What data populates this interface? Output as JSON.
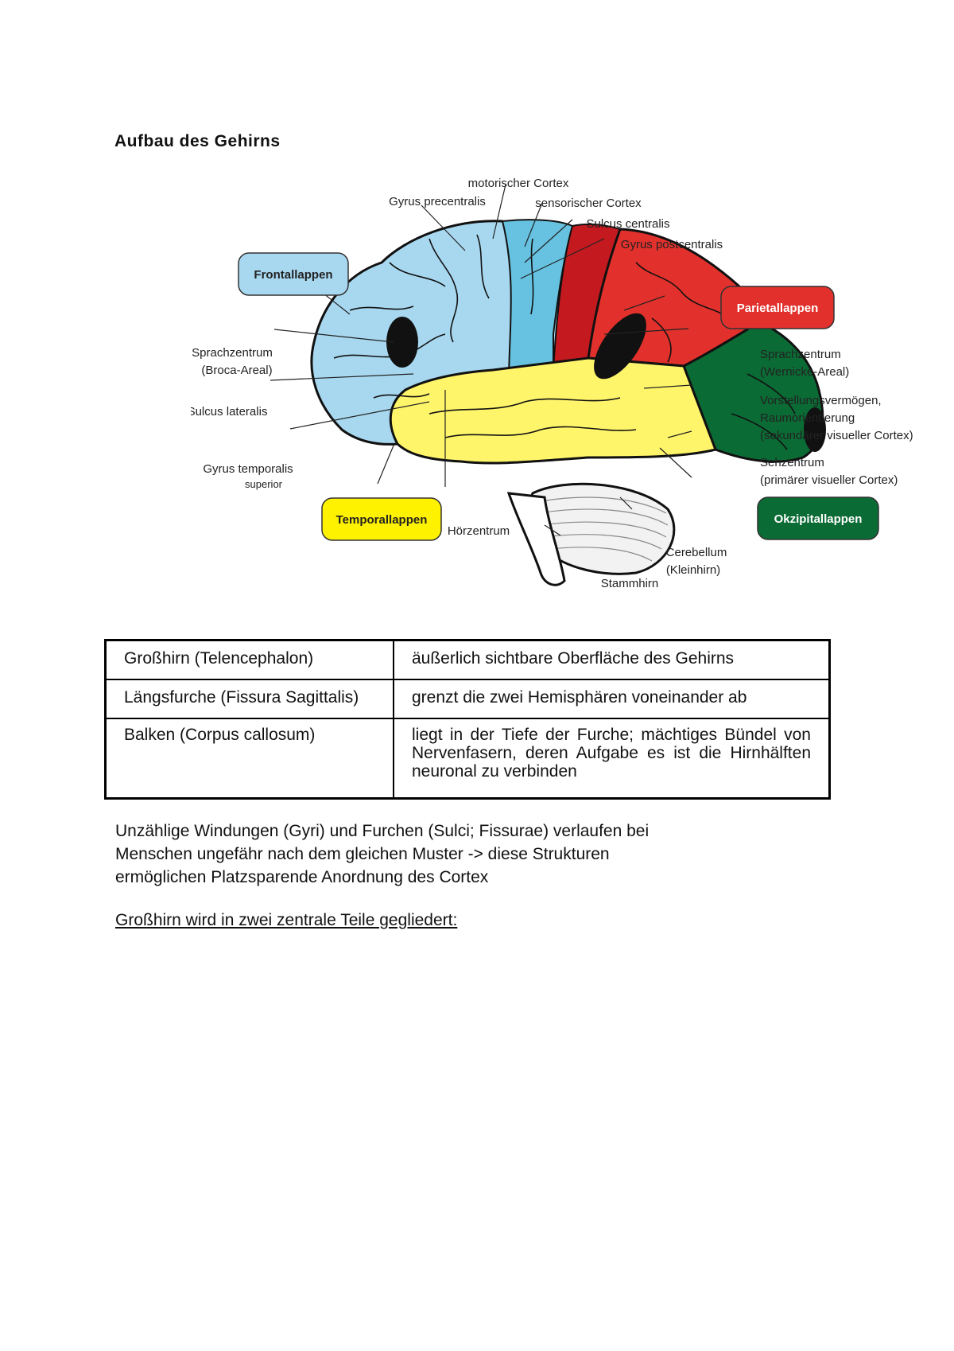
{
  "title": "Aufbau des Gehirns",
  "figure": {
    "lobes": {
      "frontal": {
        "label": "Frontallappen",
        "color": "#a8d8f0"
      },
      "parietal": {
        "label": "Parietallappen",
        "color": "#e2312c"
      },
      "temporal": {
        "label": "Temporallappen",
        "color": "#fff200"
      },
      "occipital": {
        "label": "Okzipitallappen",
        "color": "#0b6b35"
      }
    },
    "labels": {
      "motor_cortex": "motorischer Cortex",
      "gyrus_precentralis": "Gyrus precentralis",
      "sensory_cortex": "sensorischer Cortex",
      "sulcus_centralis": "Sulcus centralis",
      "gyrus_postcentralis": "Gyrus postcentralis",
      "broca_1": "Sprachzentrum",
      "broca_2": "(Broca-Areal)",
      "sulcus_lateralis": "Sulcus lateralis",
      "gyrus_temporalis_1": "Gyrus temporalis",
      "gyrus_temporalis_2": "superior",
      "hoerzentrum": "Hörzentrum",
      "stammhirn": "Stammhirn",
      "cerebellum_1": "Cerebellum",
      "cerebellum_2": "(Kleinhirn)",
      "wernicke_1": "Sprachzentrum",
      "wernicke_2": "(Wernicke-Areal)",
      "vorstellung_1": "Vorstellungsvermögen,",
      "vorstellung_2": "Raumorientierung",
      "vorstellung_3": "(sekundärer visueller Cortex)",
      "sehzentrum_1": "Sehzentrum",
      "sehzentrum_2": "(primärer visueller Cortex)"
    }
  },
  "table": [
    {
      "term": "Großhirn (Telencephalon)",
      "definition": "äußerlich sichtbare Oberfläche des Gehirns"
    },
    {
      "term": "Längsfurche (Fissura Sagittalis)",
      "definition": "grenzt die zwei Hemisphären voneinander ab"
    },
    {
      "term": "Balken (Corpus callosum)",
      "definition": "liegt in der Tiefe der Furche; mächtiges Bündel von Nervenfasern, deren Aufgabe es ist die Hirnhälften neuronal zu verbinden"
    }
  ],
  "paragraph": {
    "line1": "Unzählige Windungen (Gyri) und Furchen (Sulci; Fissurae) verlaufen bei",
    "line2": "Menschen ungefähr nach dem gleichen Muster -> diese Strukturen",
    "line3": "ermöglichen Platzsparende Anordnung des Cortex"
  },
  "subheading": "Großhirn wird in zwei zentrale Teile gegliedert:"
}
